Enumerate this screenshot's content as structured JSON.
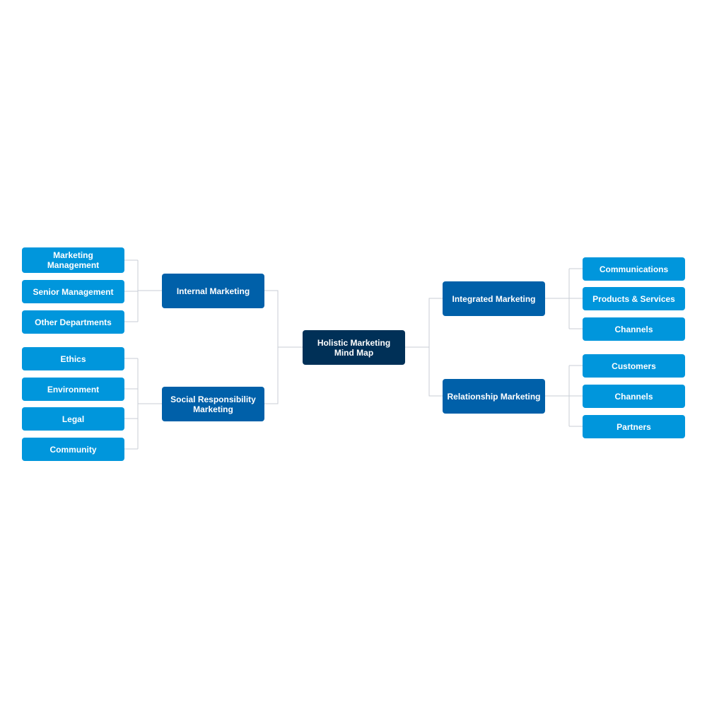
{
  "mind_map": {
    "root": {
      "line1": "Holistic Marketing",
      "line2": "Mind Map"
    },
    "left_branches": [
      {
        "label": "Internal Marketing",
        "children": [
          {
            "line1": "Marketing",
            "line2": "Management"
          },
          {
            "label": "Senior Management"
          },
          {
            "label": "Other Departments"
          }
        ]
      },
      {
        "line1": "Social Responsibility",
        "line2": "Marketing",
        "children": [
          {
            "label": "Ethics"
          },
          {
            "label": "Environment"
          },
          {
            "label": "Legal"
          },
          {
            "label": "Community"
          }
        ]
      }
    ],
    "right_branches": [
      {
        "label": "Integrated Marketing",
        "children": [
          {
            "label": "Communications"
          },
          {
            "label": "Products & Services"
          },
          {
            "label": "Channels"
          }
        ]
      },
      {
        "label": "Relationship Marketing",
        "children": [
          {
            "label": "Customers"
          },
          {
            "label": "Channels"
          },
          {
            "label": "Partners"
          }
        ]
      }
    ]
  },
  "colors": {
    "root": "#003057",
    "branch": "#0060a9",
    "leaf": "#0096dc",
    "connector": "#c9ced6"
  }
}
